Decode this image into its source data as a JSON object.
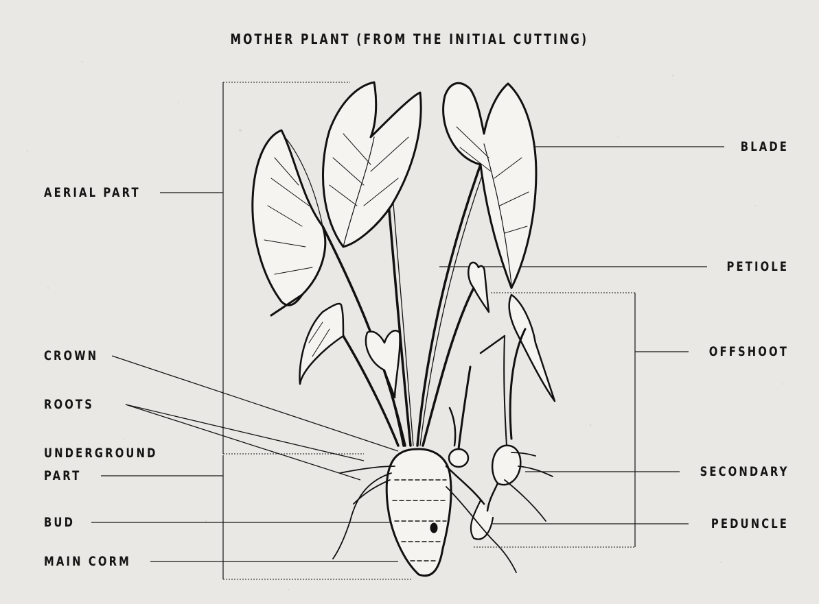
{
  "title": "MOTHER PLANT (FROM THE INITIAL CUTTING)",
  "labels": {
    "aerial_part": "AERIAL PART",
    "crown": "CROWN",
    "roots": "ROOTS",
    "underground_part_line1": "UNDERGROUND",
    "underground_part_line2": "PART",
    "bud": "BUD",
    "main_corm": "MAIN CORM",
    "blade": "BLADE",
    "petiole": "PETIOLE",
    "offshoot": "OFFSHOOT",
    "secondary": "SECONDARY",
    "peduncle": "PEDUNCLE"
  },
  "colors": {
    "background": "#e9e8e4",
    "ink": "#141414"
  }
}
